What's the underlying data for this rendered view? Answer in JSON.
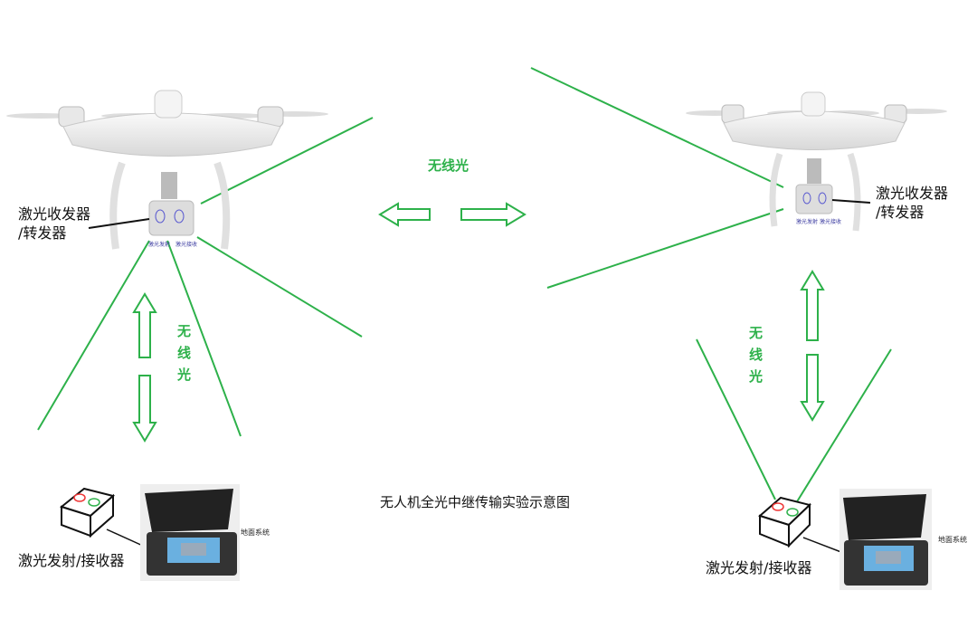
{
  "title": "无人机全光中继传输实验示意图",
  "wireless_optical": "无线光",
  "wireless_vertical": [
    "无",
    "线",
    "光"
  ],
  "transceiver_label": [
    "激光收发器",
    "/转发器"
  ],
  "emitter_label": "激光发射",
  "receiver_label": "激光接收",
  "ground_system_label": "地面系统",
  "ground_device_label": "激光发射/接收器",
  "colors": {
    "beam": "#2db14a",
    "arrow_fill": "#ffffff",
    "lens": "#5a5ad0"
  }
}
